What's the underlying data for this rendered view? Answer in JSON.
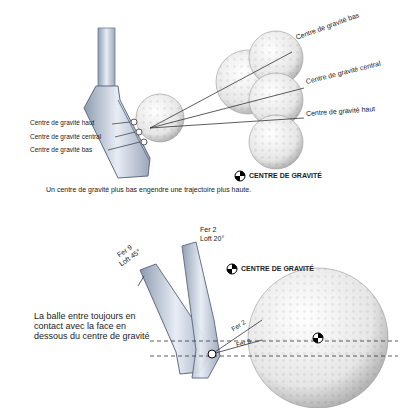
{
  "diagram": {
    "caption": "Un centre de gravité plus bas engendre une trajectoire plus haute.",
    "labels": [
      "Centre de gravité bas",
      "Centre de gravité central",
      "Centre de gravité haut",
      "Centre de gravité haut",
      "Centre de gravité central",
      "Centre de gravité bas",
      "CENTRE DE GRAVITÉ",
      "Fer 9",
      "Loft 45°",
      "Fer 2",
      "Loft 20°",
      "CENTRE DE GRAVITÉ",
      "La balle entre toujours en contact avec la face en dessous du centre de gravité",
      "Fer 2",
      "Fer 9"
    ]
  }
}
